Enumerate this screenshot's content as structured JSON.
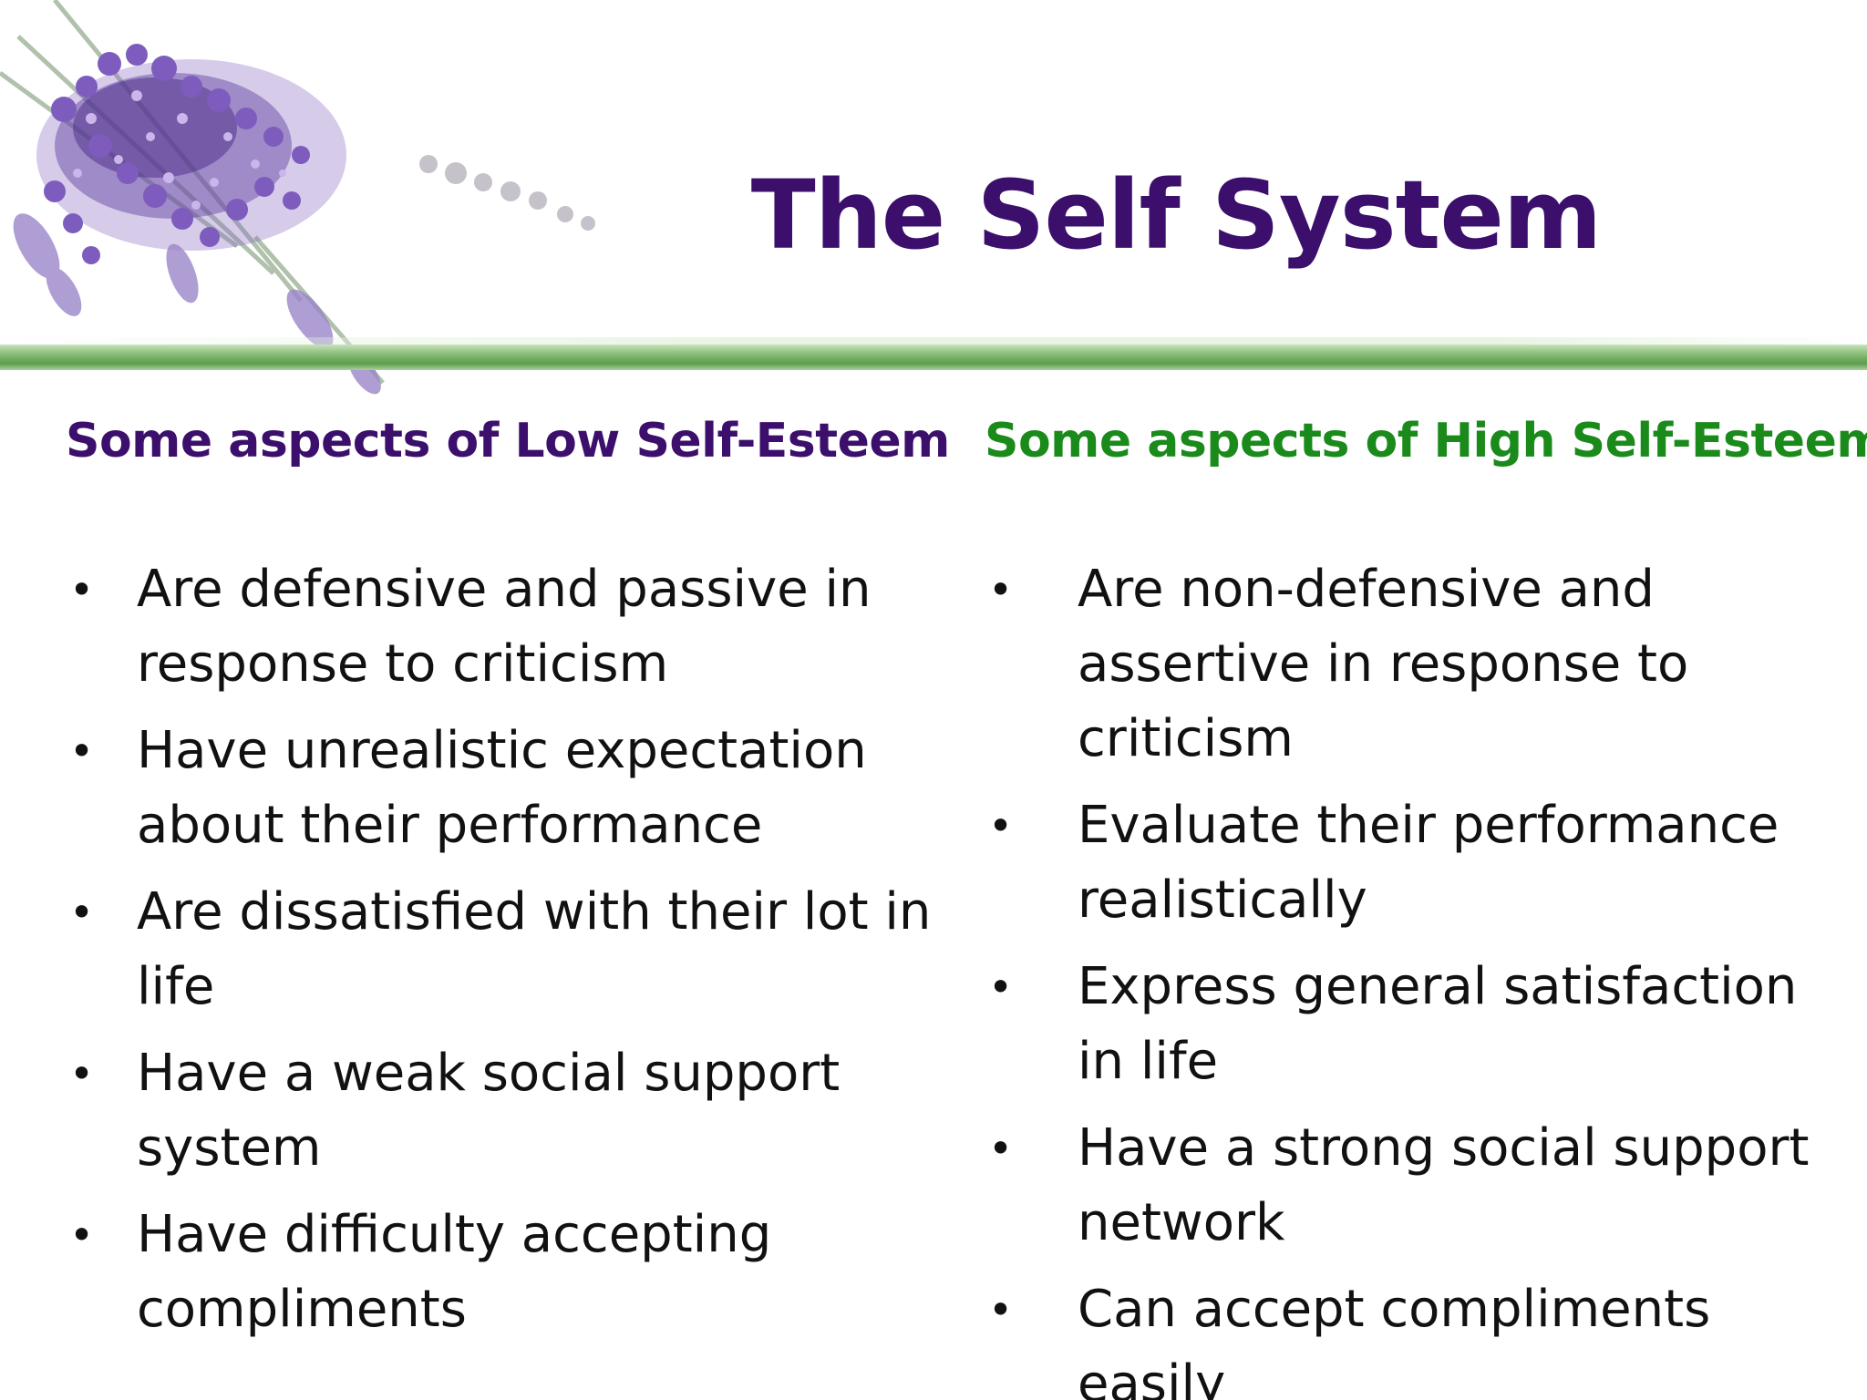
{
  "slide": {
    "title": "The Self System",
    "colors": {
      "title": "#3b0f6b",
      "low_heading": "#3b0f6b",
      "high_heading": "#1a8a1a",
      "stripe": "#6fae5e",
      "flower": "#6a4aa8"
    },
    "decoration": "lavender-flowers",
    "bullet_glyph": "•",
    "low": {
      "heading": "Some aspects of Low Self-Esteem",
      "items": [
        "Are defensive and passive in response to criticism",
        "Have unrealistic expectation about their performance",
        "Are dissatisfied with their lot in life",
        "Have a weak social support system",
        "Have difficulty accepting compliments"
      ]
    },
    "high": {
      "heading": "Some aspects of High Self-Esteem",
      "items": [
        "Are non-defensive and assertive in response to criticism",
        "Evaluate their performance realistically",
        "Express general satisfaction in life",
        "Have a strong social support network",
        "Can accept compliments easily"
      ]
    }
  }
}
